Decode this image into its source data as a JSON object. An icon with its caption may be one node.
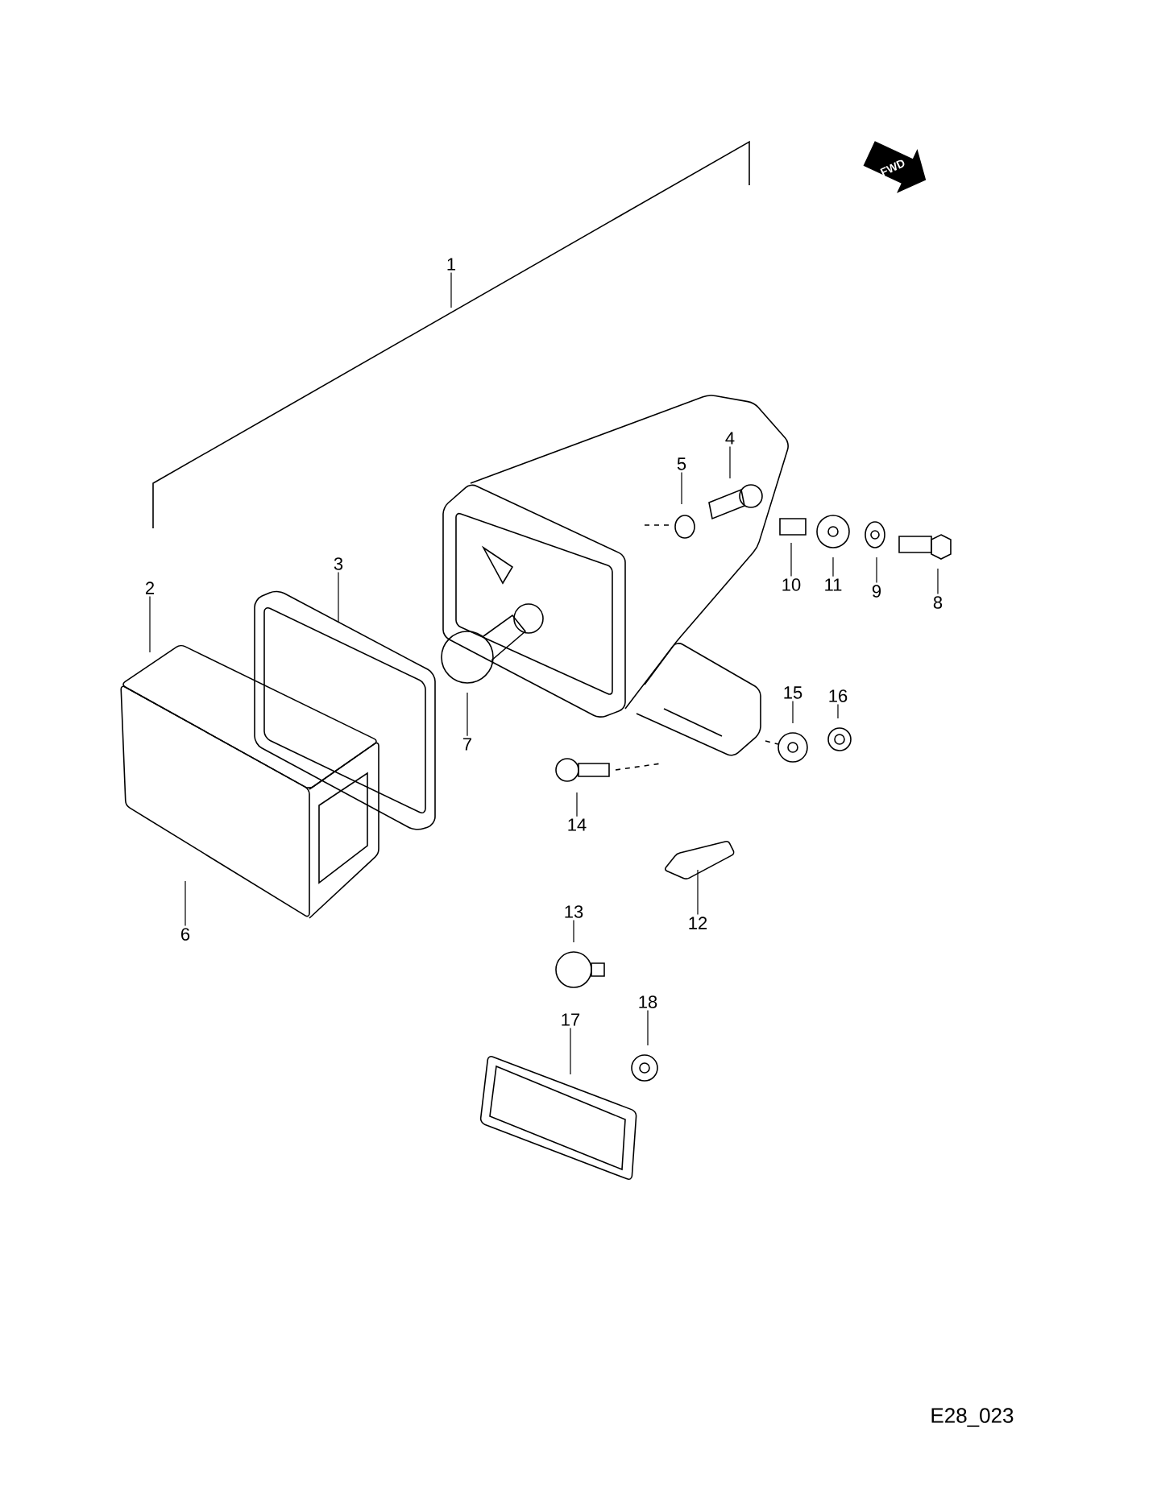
{
  "diagram": {
    "nodes": [
      {
        "text": [
          "1"
        ]
      },
      {
        "text": [
          "2"
        ]
      },
      {
        "text": [
          "3"
        ]
      },
      {
        "text": [
          "4"
        ]
      },
      {
        "text": [
          "5"
        ]
      },
      {
        "text": [
          "10"
        ]
      },
      {
        "text": [
          "11"
        ]
      },
      {
        "text": [
          "9"
        ]
      },
      {
        "text": [
          "8"
        ]
      },
      {
        "text": [
          "7"
        ]
      },
      {
        "text": [
          "15"
        ]
      },
      {
        "text": [
          "16"
        ]
      },
      {
        "text": [
          "14"
        ]
      },
      {
        "text": [
          "6"
        ]
      },
      {
        "text": [
          "12"
        ]
      },
      {
        "text": [
          "13"
        ]
      },
      {
        "text": [
          "18"
        ]
      },
      {
        "text": [
          "17"
        ]
      }
    ],
    "edges": [
      {
        "from": 0,
        "to": null,
        "arrow": "none"
      },
      {
        "from": 1,
        "to": null,
        "arrow": "none"
      },
      {
        "from": 2,
        "to": null,
        "arrow": "none"
      },
      {
        "from": 3,
        "to": null,
        "arrow": "none"
      },
      {
        "from": 4,
        "to": null,
        "arrow": "none"
      },
      {
        "from": 5,
        "to": null,
        "arrow": "none"
      },
      {
        "from": 6,
        "to": null,
        "arrow": "none"
      },
      {
        "from": 7,
        "to": null,
        "arrow": "none"
      },
      {
        "from": 8,
        "to": null,
        "arrow": "none"
      },
      {
        "from": 9,
        "to": null,
        "arrow": "none"
      },
      {
        "from": 10,
        "to": null,
        "arrow": "none"
      },
      {
        "from": 11,
        "to": null,
        "arrow": "none"
      },
      {
        "from": 12,
        "to": null,
        "arrow": "none"
      },
      {
        "from": 13,
        "to": null,
        "arrow": "none"
      },
      {
        "from": 14,
        "to": null,
        "arrow": "none"
      },
      {
        "from": 15,
        "to": null,
        "arrow": "none"
      },
      {
        "from": 16,
        "to": null,
        "arrow": "none"
      },
      {
        "from": 17,
        "to": null,
        "arrow": "none"
      }
    ],
    "labels": [
      "FWD",
      "E28_023"
    ]
  }
}
